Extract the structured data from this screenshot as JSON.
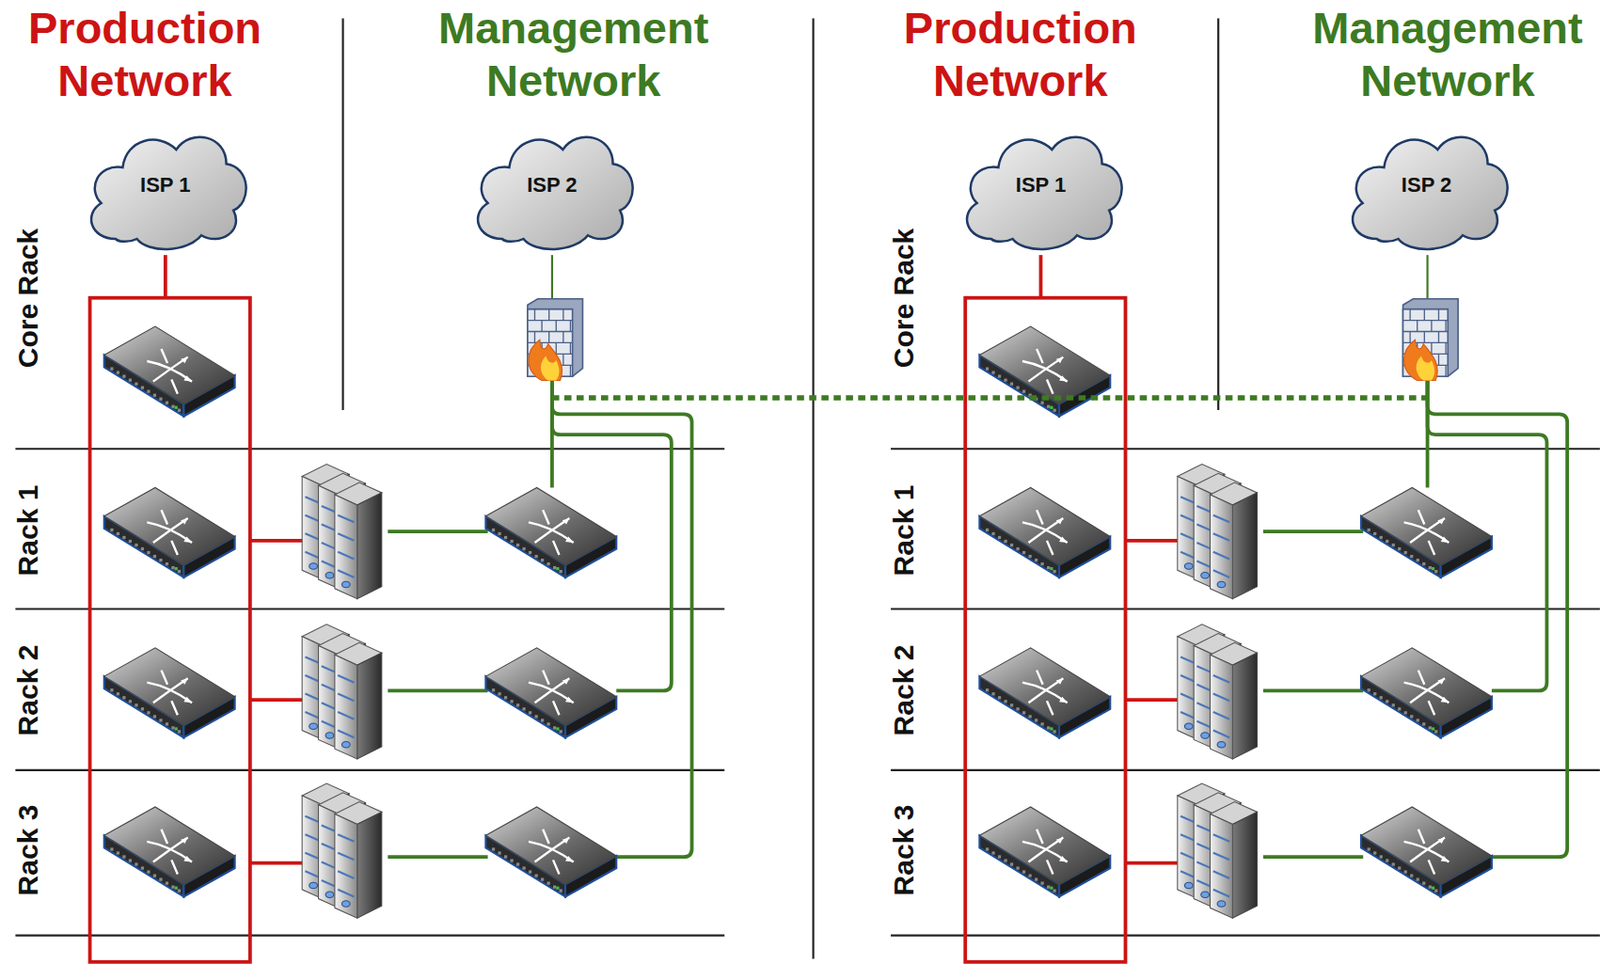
{
  "diagram": {
    "nodes": [
      {
        "text": [
          "ISP 1"
        ]
      },
      {
        "text": [
          "ISP 2"
        ]
      },
      {
        "text": [
          "ISP 1"
        ]
      },
      {
        "text": [
          "ISP 2"
        ]
      }
    ],
    "labels": [
      "Production Network",
      "Management Network",
      "Production Network",
      "Management Network",
      "Core Rack",
      "Rack 1",
      "Rack 2",
      "Rack 3",
      "Core Rack",
      "Rack 1",
      "Rack 2",
      "Rack 3"
    ]
  }
}
